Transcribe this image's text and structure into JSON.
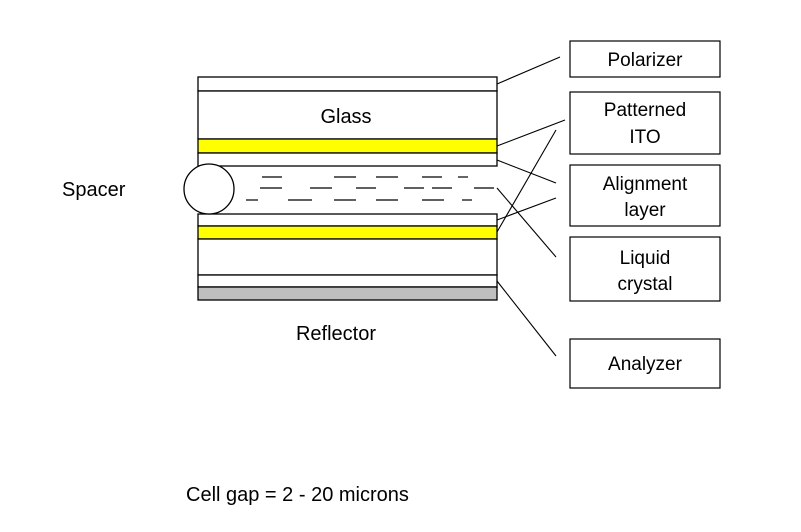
{
  "diagram": {
    "labels": {
      "glass": "Glass",
      "spacer": "Spacer",
      "reflector": "Reflector",
      "cell_gap": "Cell gap = 2 - 20 microns"
    },
    "callouts": [
      {
        "line1": "Polarizer",
        "line2": ""
      },
      {
        "line1": "Patterned",
        "line2": "ITO"
      },
      {
        "line1": "Alignment",
        "line2": "layer"
      },
      {
        "line1": "Liquid",
        "line2": "crystal"
      },
      {
        "line1": "Analyzer",
        "line2": ""
      }
    ],
    "colors": {
      "ito": "#ffff00",
      "reflector": "#bfbfbf",
      "stroke": "#000000"
    }
  }
}
